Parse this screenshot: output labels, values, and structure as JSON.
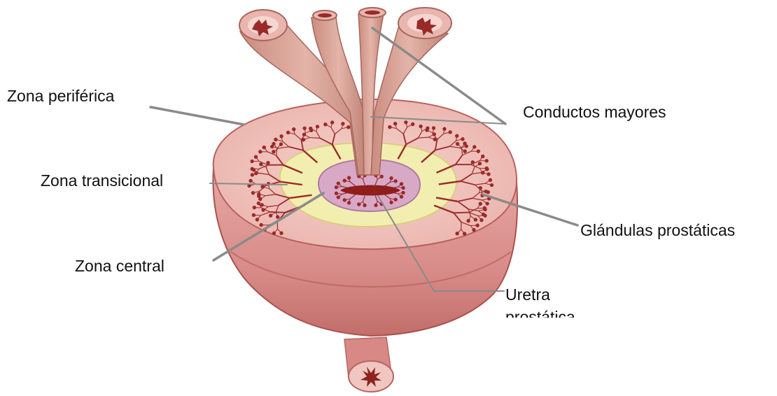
{
  "labels": {
    "zona_periferica": "Zona periférica",
    "conductos_mayores": "Conductos mayores",
    "zona_transicional": "Zona transicional",
    "glandulas_prostaticas": "Glándulas prostáticas",
    "zona_central": "Zona central",
    "uretra_line1": "Uretra",
    "uretra_line2": "prostática"
  },
  "colors": {
    "capsule": "#d9928f",
    "capsule_dark": "#b8605e",
    "cut_surface": "#eebcb6",
    "transitional_zone": "#f2eeb0",
    "central_zone": "#d6a7c4",
    "urethra": "#8e1f1c",
    "glands": "#9a2a2a",
    "leader_line": "#8a8a8a"
  }
}
